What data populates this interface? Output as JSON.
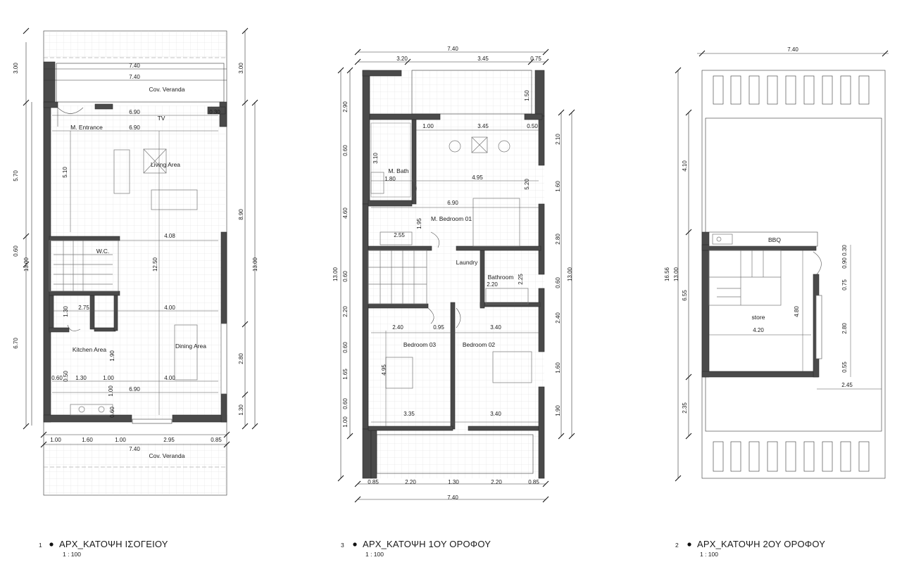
{
  "plans": [
    {
      "number": "1",
      "title": "ΑΡΧ_ΚΑΤΟΨΗ ΙΣΟΓΕΙΟΥ",
      "scale": "1 : 100",
      "rooms": {
        "cov_veranda_top": "Cov. Veranda",
        "m_entrance": "M. Entrance",
        "tv": "TV",
        "living_area": "Living Area",
        "wc": "W.C.",
        "kitchen_area": "Kitchen Area",
        "dining_area": "Dining Area",
        "cov_veranda_bottom": "Cov. Veranda"
      },
      "dims": {
        "top_740a": "7.40",
        "top_740b": "7.40",
        "left_300": "3.00",
        "right_300": "3.00",
        "d690a": "6.90",
        "d030": "0.30",
        "d690b": "6.90",
        "left_570": "5.70",
        "d510": "5.10",
        "right_890": "8.90",
        "left_060": "0.60",
        "left_1300": "13.00",
        "d1250": "12.50",
        "right_1300": "13.00",
        "d408": "4.08",
        "d130a": "1.30",
        "d275": "2.75",
        "d400a": "4.00",
        "left_670": "6.70",
        "d190": "1.90",
        "right_280": "2.80",
        "d060a": "0.60",
        "d050": "0.50",
        "d130b": "1.30",
        "d100a": "1.00",
        "d400b": "4.00",
        "d690c": "6.90",
        "d100b": "1.00",
        "d060b": "0.60",
        "right_130": "1.30",
        "b100a": "1.00",
        "b160": "1.60",
        "b100b": "1.00",
        "b295": "2.95",
        "b085": "0.85",
        "b740": "7.40"
      }
    },
    {
      "number": "3",
      "title": "ΑΡΧ_ΚΑΤΟΨΗ 1ΟΥ ΟΡΟΦΟΥ",
      "scale": "1 : 100",
      "rooms": {
        "m_bath": "M. Bath",
        "m_bedroom": "M. Bedroom 01",
        "laundry": "Laundry",
        "bathroom": "Bathroom",
        "bedroom_03": "Bedroom 03",
        "bedroom_02": "Bedroom 02"
      },
      "dims": {
        "t740": "7.40",
        "t320": "3.20",
        "t345": "3.45",
        "t075": "0.75",
        "l290": "2.90",
        "r150": "1.50",
        "d100": "1.00",
        "d345": "3.45",
        "d050": "0.50",
        "r210": "2.10",
        "l060a": "0.60",
        "d310": "3.10",
        "d180": "1.80",
        "d495a": "4.95",
        "d520": "5.20",
        "r160a": "1.60",
        "l460": "4.60",
        "d690": "6.90",
        "d195": "1.95",
        "d255": "2.55",
        "r280": "2.80",
        "l1300": "13.00",
        "r1300": "13.00",
        "l060b": "0.60",
        "d220a": "2.20",
        "d225": "2.25",
        "r060": "0.60",
        "l220": "2.20",
        "d240": "2.40",
        "d095": "0.95",
        "d340a": "3.40",
        "r240": "2.40",
        "l060c": "0.60",
        "d495b": "4.95",
        "r160b": "1.60",
        "l165": "1.65",
        "l060d": "0.60",
        "d335": "3.35",
        "d340b": "3.40",
        "r190": "1.90",
        "l100": "1.00",
        "b085a": "0.85",
        "b220a": "2.20",
        "b130": "1.30",
        "b220b": "2.20",
        "b085b": "0.85",
        "b740": "7.40"
      }
    },
    {
      "number": "2",
      "title": "ΑΡΧ_ΚΑΤΟΨΗ 2ΟΥ ΟΡΟΦΟΥ",
      "scale": "1 : 100",
      "rooms": {
        "bbq": "BBQ",
        "store": "store"
      },
      "dims": {
        "t740": "7.40",
        "l410": "4.10",
        "l1656": "16.56",
        "l1300": "13.00",
        "l655": "6.55",
        "d030": "0.30",
        "d090": "0.90",
        "d075": "0.75",
        "d480": "4.80",
        "d420": "4.20",
        "d280": "2.80",
        "d055": "0.55",
        "d245": "2.45",
        "l235": "2.35"
      }
    }
  ]
}
